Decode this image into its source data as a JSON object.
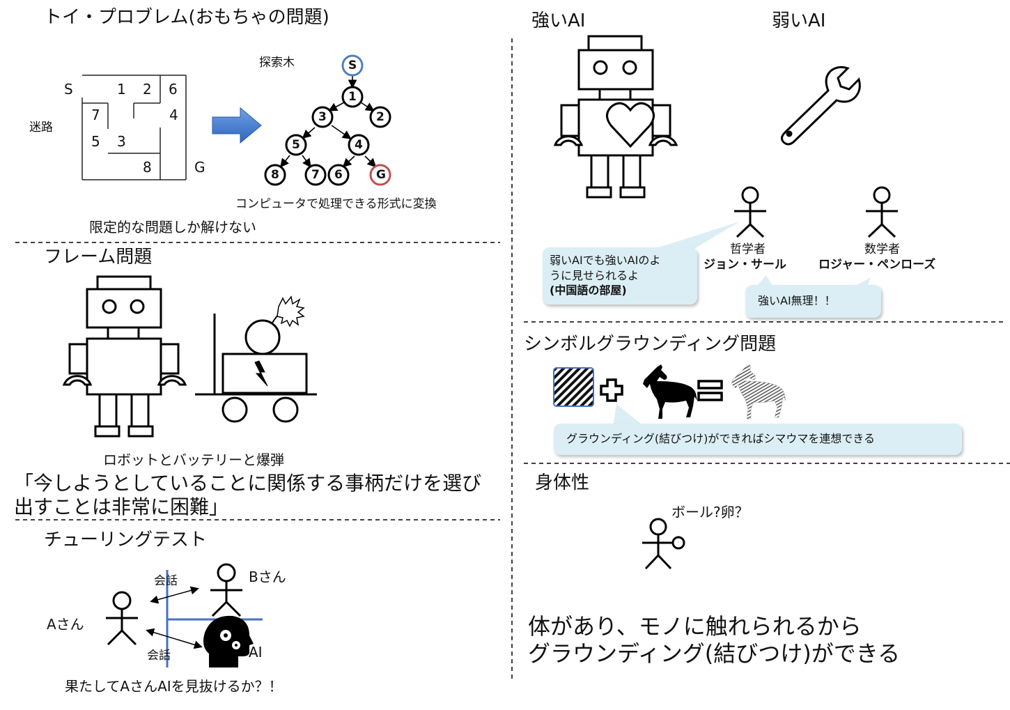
{
  "toy": {
    "title": "トイ・プロブレム(おもちゃの問題)",
    "maze_label": "迷路",
    "tree_label": "探索木",
    "maze_cells": [
      "S",
      "1",
      "2",
      "6",
      "7",
      "4",
      "5",
      "3",
      "8",
      "G"
    ],
    "tree_nodes": [
      "S",
      "1",
      "3",
      "2",
      "5",
      "4",
      "8",
      "7",
      "6",
      "G"
    ],
    "convert_caption": "コンピュータで処理できる形式に変換",
    "limit_caption": "限定的な問題しか解けない"
  },
  "frame": {
    "title": "フレーム問題",
    "caption": "ロボットとバッテリーと爆弾",
    "quote_line1": "「今しようとしていることに関係する事柄だけを選び",
    "quote_line2": "出すことは非常に困難」"
  },
  "turing": {
    "title": "チューリングテスト",
    "person_a": "Aさん",
    "person_b": "Bさん",
    "ai_label": "AI",
    "talk_top": "会話",
    "talk_bottom": "会話",
    "question": "果たしてAさんAIを見抜けるか？！"
  },
  "strong_weak": {
    "strong": "強いAI",
    "weak": "弱いAI",
    "philosopher_role": "哲学者",
    "philosopher_name": "ジョン・サール",
    "mathematician_role": "数学者",
    "mathematician_name": "ロジャー・ペンローズ",
    "searle_bubble_1": "弱いAIでも強いAIのよ",
    "searle_bubble_2": "うに見せられるよ",
    "searle_bubble_3": "(中国語の部屋)",
    "penrose_bubble": "強いAI無理！！"
  },
  "symbol": {
    "title": "シンボルグラウンディング問題",
    "bubble": "グラウンディング(結びつけ)ができればシマウマを連想できる"
  },
  "body": {
    "title": "身体性",
    "question": "ボール?卵？",
    "conclusion_line1": "体があり、モノに触れられるから",
    "conclusion_line2": "グラウンディング(結びつけ)ができる"
  },
  "colors": {
    "blue_node": "#4f7fbf",
    "red_node": "#c0504d",
    "arrow_blue": "#4472c4",
    "bubble": "#dbeef5",
    "divider": "#000000"
  }
}
